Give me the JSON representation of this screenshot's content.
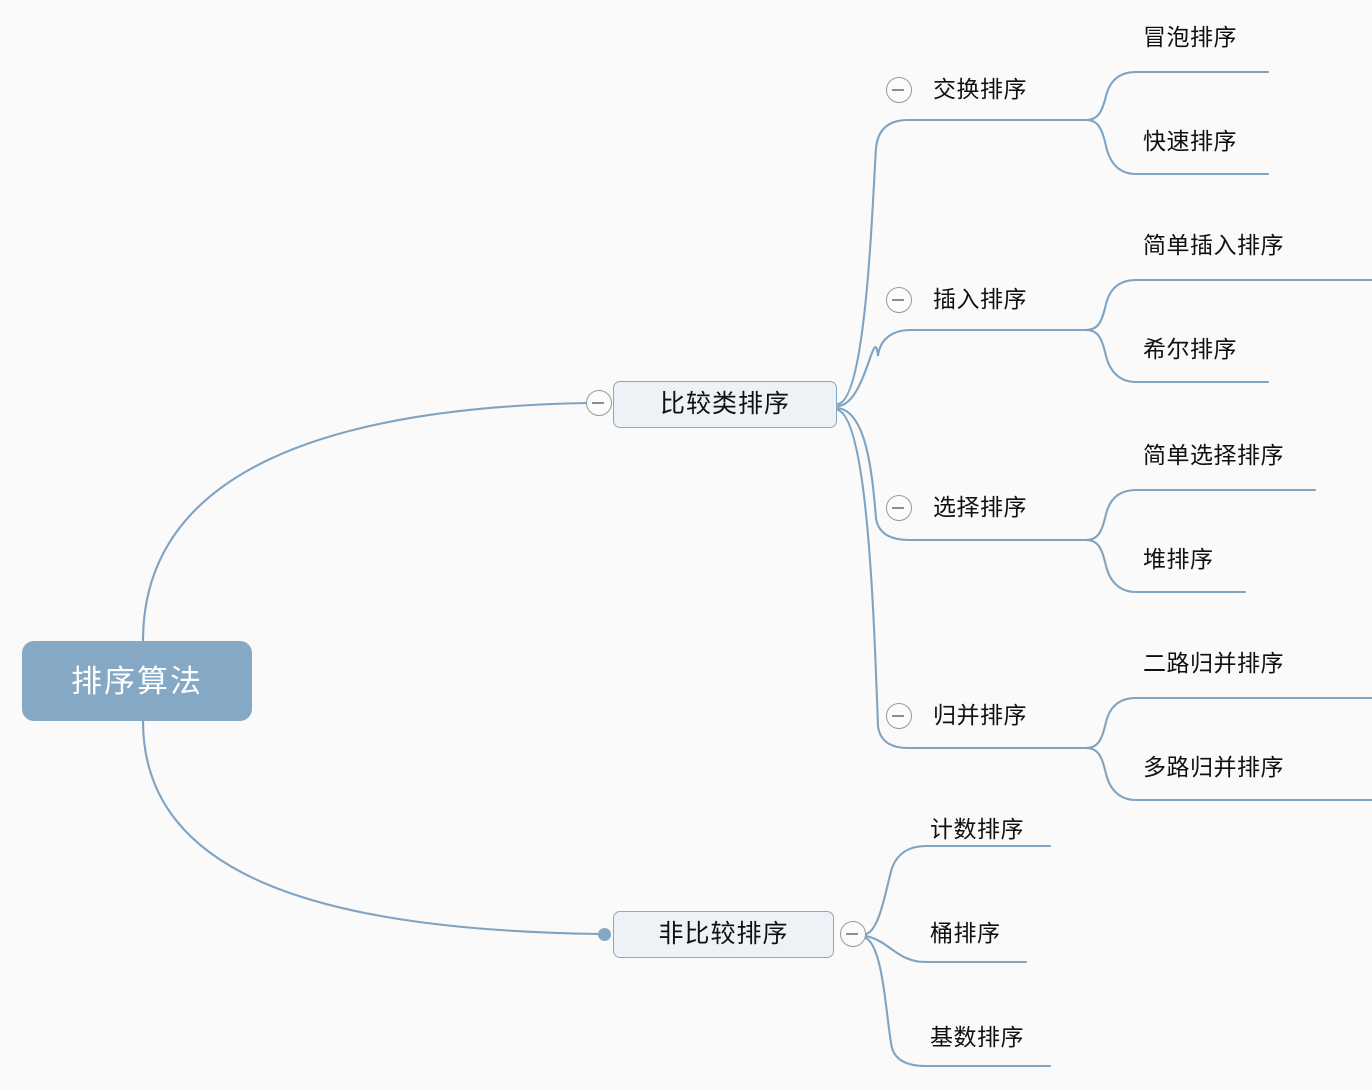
{
  "diagram": {
    "title": "排序算法",
    "type": "mindmap",
    "background_color": "#fafafa",
    "line_color": "#7fa3c2",
    "root_fill_color": "#85a8c4",
    "root_text_color": "#ffffff",
    "node_fill_color": "#eef2f7",
    "node_border_color": "#86a9c6",
    "toggle_color": "#9a9a9a"
  },
  "root": {
    "label": "排序算法"
  },
  "level2": [
    {
      "label": "比较类排序",
      "toggle": "collapse-minus-icon"
    },
    {
      "label": "非比较排序",
      "toggle": "collapse-minus-icon"
    }
  ],
  "branches": [
    {
      "label": "交换排序",
      "toggle": "collapse-minus-icon"
    },
    {
      "label": "插入排序",
      "toggle": "collapse-minus-icon"
    },
    {
      "label": "选择排序",
      "toggle": "collapse-minus-icon"
    },
    {
      "label": "归并排序",
      "toggle": "collapse-minus-icon"
    }
  ],
  "leaves": [
    {
      "label": "冒泡排序"
    },
    {
      "label": "快速排序"
    },
    {
      "label": "简单插入排序"
    },
    {
      "label": "希尔排序"
    },
    {
      "label": "简单选择排序"
    },
    {
      "label": "堆排序"
    },
    {
      "label": "二路归并排序"
    },
    {
      "label": "多路归并排序"
    },
    {
      "label": "计数排序"
    },
    {
      "label": "桶排序"
    },
    {
      "label": "基数排序"
    }
  ]
}
